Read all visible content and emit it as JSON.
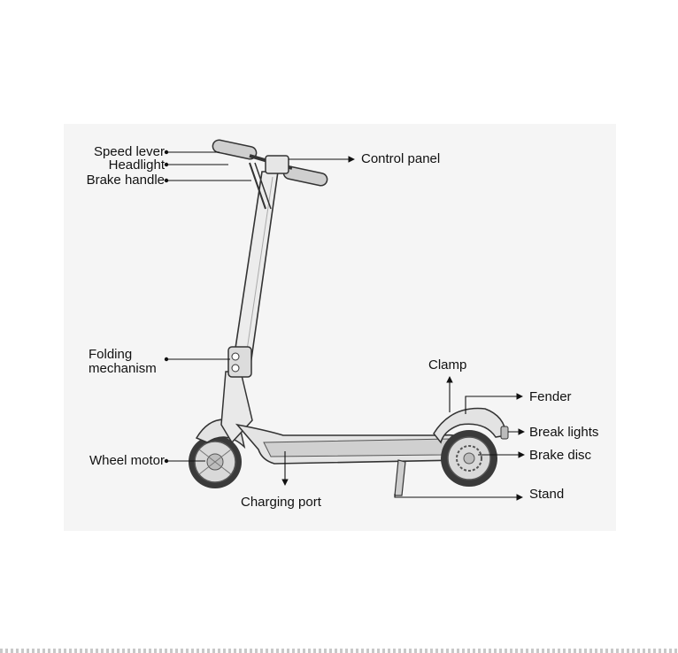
{
  "labels": {
    "speed_lever": "Speed lever",
    "headlight": "Headlight",
    "brake_handle": "Brake handle",
    "control_panel": "Control panel",
    "folding_mechanism_line1": "Folding",
    "folding_mechanism_line2": "mechanism",
    "clamp": "Clamp",
    "fender": "Fender",
    "break_lights": "Break lights",
    "brake_disc": "Brake disc",
    "wheel_motor": "Wheel motor",
    "charging_port": "Charging port",
    "stand": "Stand"
  },
  "colors": {
    "background": "#ffffff",
    "panel": "#f5f5f5",
    "line": "#111111",
    "tire": "#444444"
  }
}
